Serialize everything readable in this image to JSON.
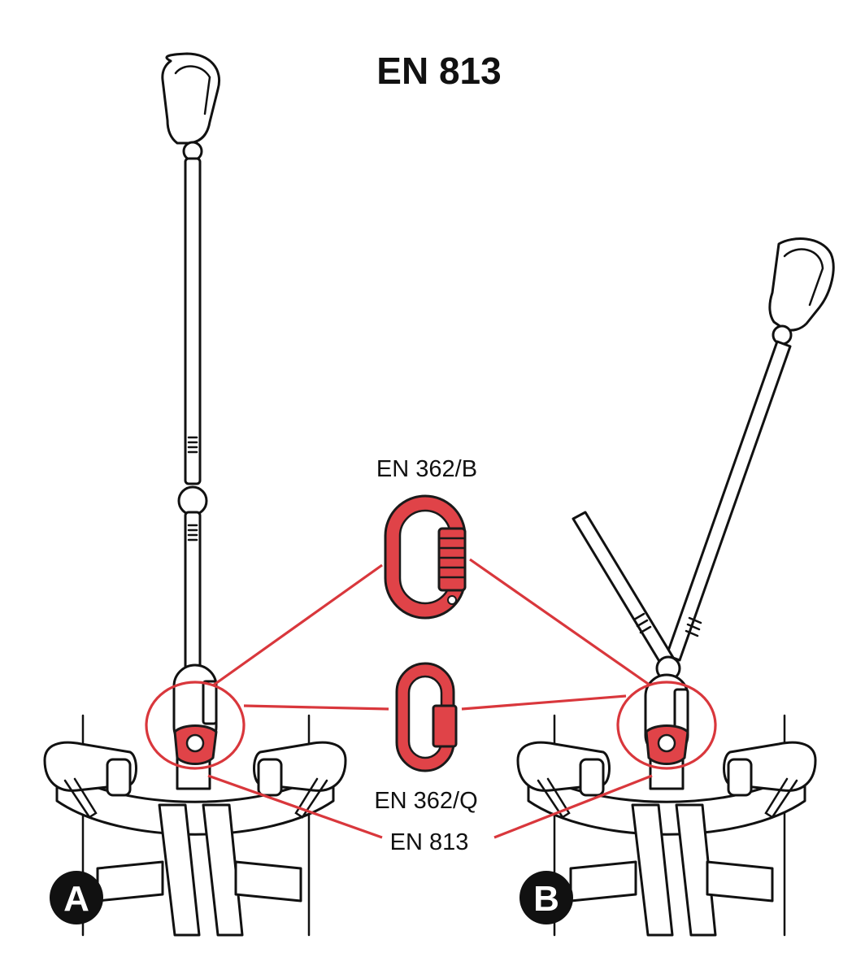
{
  "title": "EN 813",
  "labels": {
    "carabiner_top": "EN 362/B",
    "maillon": "EN 362/Q",
    "harness_point": "EN 813"
  },
  "badges": {
    "left": "A",
    "right": "B"
  },
  "colors": {
    "highlight": "#d9373c",
    "ink": "#111111",
    "badge_bg": "#111111"
  }
}
